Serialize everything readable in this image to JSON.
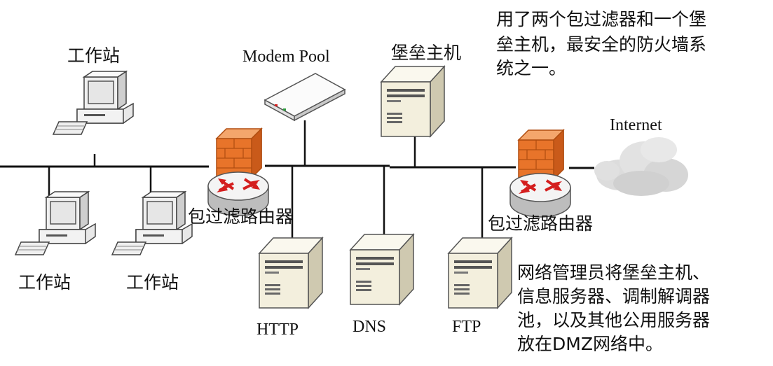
{
  "labels": {
    "ws_top": "工作站",
    "ws_bottom_left": "工作站",
    "ws_bottom_mid": "工作站",
    "modem_pool": "Modem Pool",
    "bastion": "堡垒主机",
    "router_left": "包过滤路由器",
    "router_right": "包过滤路由器",
    "internet": "Internet",
    "http": "HTTP",
    "dns": "DNS",
    "ftp": "FTP"
  },
  "notes": {
    "top": [
      "用了两个包过滤器和一个堡",
      "垒主机，最安全的防火墙系",
      "统之一。"
    ],
    "bottom": [
      "网络管理员将堡垒主机、",
      "信息服务器、调制解调器",
      "池，以及其他公用服务器",
      "放在DMZ网络中。"
    ]
  },
  "icons": {
    "workstation": "computer-workstation-icon",
    "server": "tower-server-icon",
    "modem": "modem-pool-icon",
    "router": "firewall-router-icon",
    "cloud": "internet-cloud-icon"
  },
  "colors": {
    "firewall": "#e8742a",
    "router_arrows": "#d41e1e",
    "server_body": "#f3efdd",
    "cloud": "#dcdcdc"
  }
}
